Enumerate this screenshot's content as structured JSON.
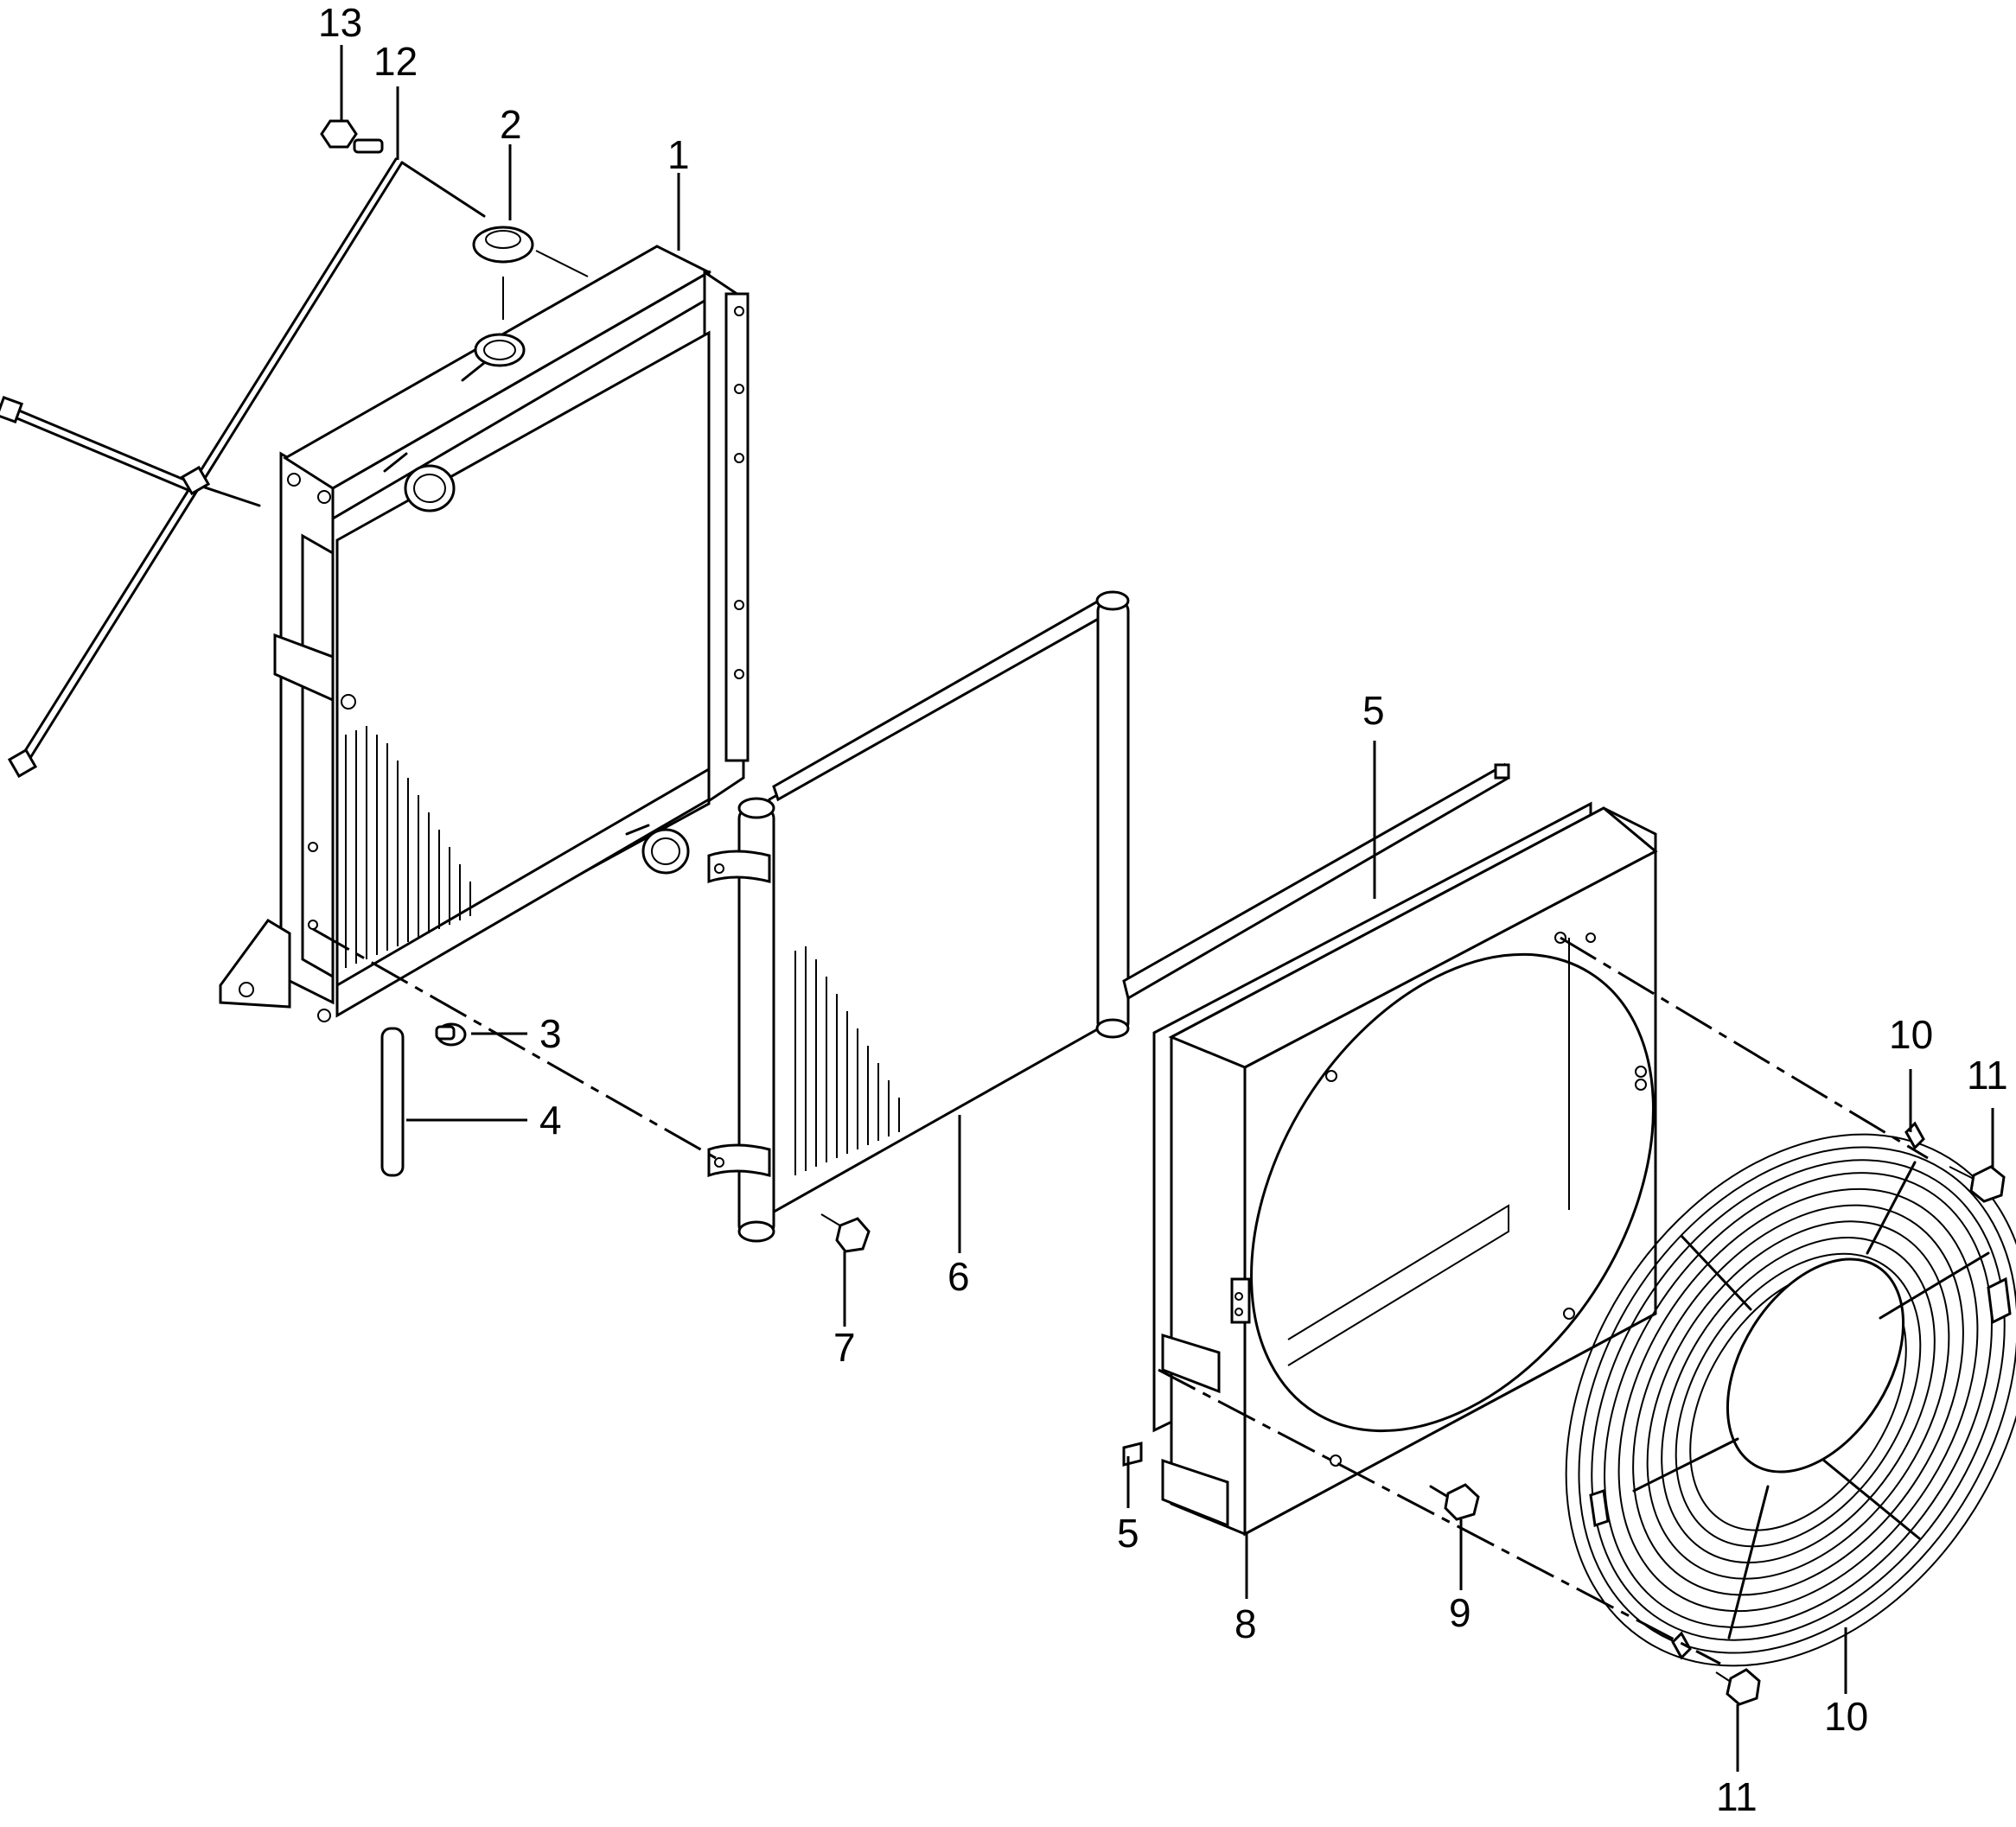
{
  "callouts": {
    "c1": "1",
    "c2": "2",
    "c3": "3",
    "c4": "4",
    "c5a": "5",
    "c5b": "5",
    "c6": "6",
    "c7": "7",
    "c8": "8",
    "c9": "9",
    "c10a": "10",
    "c10b": "10",
    "c11a": "11",
    "c11b": "11",
    "c12": "12",
    "c13": "13"
  },
  "colors": {
    "line": "#000000",
    "background": "#ffffff"
  }
}
